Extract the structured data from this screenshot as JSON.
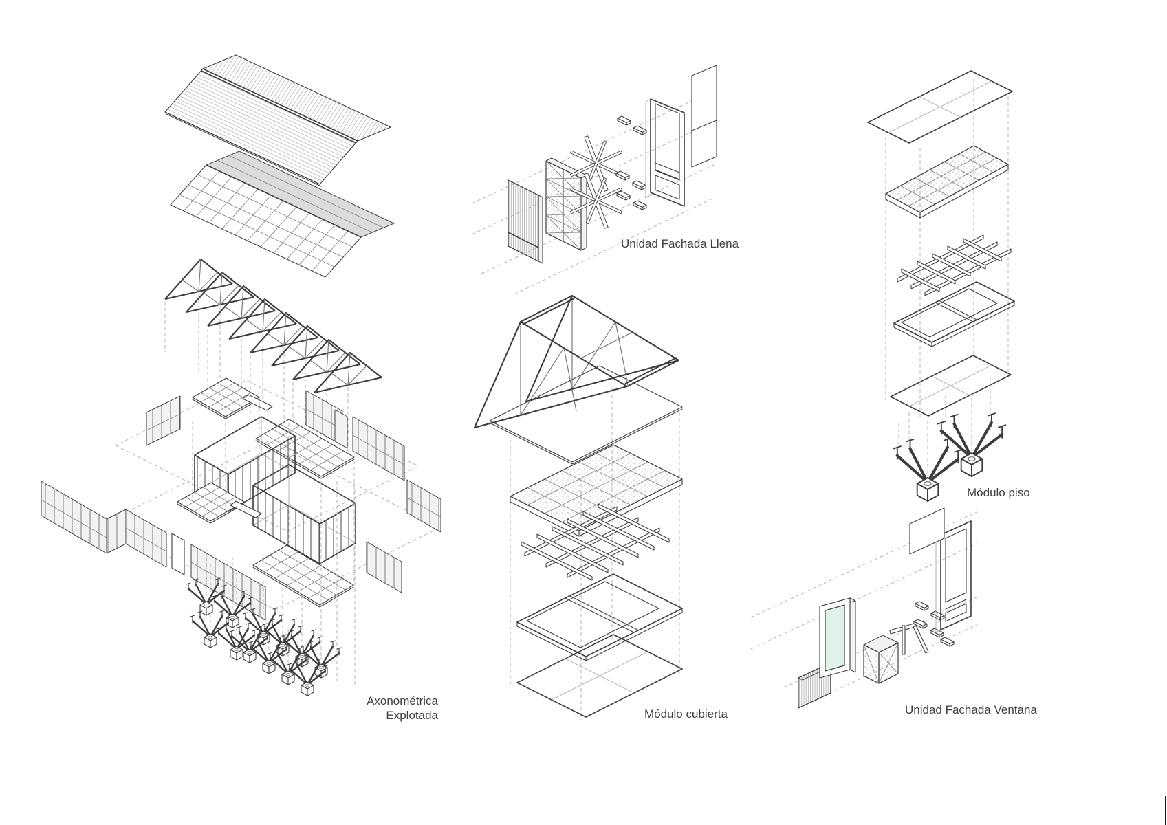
{
  "sheet": {
    "background": "#ffffff"
  },
  "theme": {
    "sheet_bg": "#ffffff",
    "line_color": "#3d3d3d",
    "medium_line": "#787878",
    "light_line": "#a8a8a8",
    "dash_color": "#b4b4b4",
    "panel_fill": "#f2f2f2",
    "shade_fill": "#dcdcdc",
    "glass_color": "#dff2e7",
    "stipple_color": "#bdbdbd",
    "text_color": "#3f3f3f",
    "artifact_color": "#1a1a1a"
  },
  "labels": {
    "exploded_axonometric": {
      "line1": "Axonométrica",
      "line2": "Explotada"
    },
    "facade_solid_unit": "Unidad Fachada Llena",
    "roof_module": "Módulo cubierta",
    "floor_module": "Módulo piso",
    "facade_window_unit": "Unidad Fachada Ventana"
  }
}
